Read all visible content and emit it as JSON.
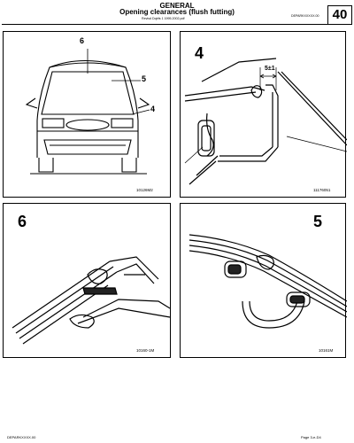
{
  "header": {
    "section": "GENERAL",
    "title": "Opening clearances (flush futting)",
    "file": "Revisd Dqtrfs 1  1995.2002.pdf",
    "file_right": "DEPARKXXXXX.00",
    "chapter": "40"
  },
  "panels": [
    {
      "ref": "10126M2",
      "labels": [
        "6",
        "5",
        "4"
      ]
    },
    {
      "ref": "11176051",
      "number": "4",
      "dimension": "5±1"
    },
    {
      "ref": "10160-1M",
      "number": "6"
    },
    {
      "ref": "10161M",
      "number": "5"
    }
  ],
  "footer": {
    "left": "DEPARKXXXX.00",
    "right": "Page  3-e-D4"
  }
}
